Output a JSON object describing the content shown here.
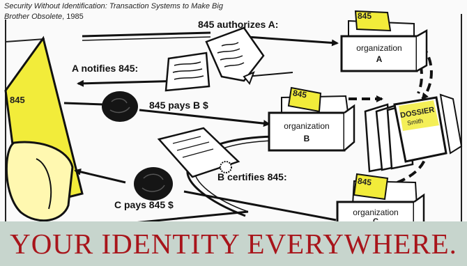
{
  "citation": {
    "title": "Security Without Identification: Transaction Systems to Make Big Brother Obsolete",
    "year": ", 1985"
  },
  "labels": {
    "authorizes": "845 authorizes A:",
    "notifies": "A notifies 845:",
    "pays_b": "845 pays B $",
    "certifies": "B certifies 845:",
    "c_pays": "C pays 845 $"
  },
  "card": {
    "number": "845"
  },
  "organizations": [
    {
      "name": "organization",
      "letter": "A",
      "tab": "845"
    },
    {
      "name": "organization",
      "letter": "B",
      "tab": "845"
    },
    {
      "name": "organization",
      "letter": "C",
      "tab": "845"
    }
  ],
  "dossier": {
    "title": "DOSSIER",
    "name": "Smith"
  },
  "banner": {
    "text": "YOUR IDENTITY EVERYWHERE."
  },
  "colors": {
    "highlight": "#f2ec3a",
    "banner_bg": "#c7d5cd",
    "banner_text": "#a8151b"
  }
}
